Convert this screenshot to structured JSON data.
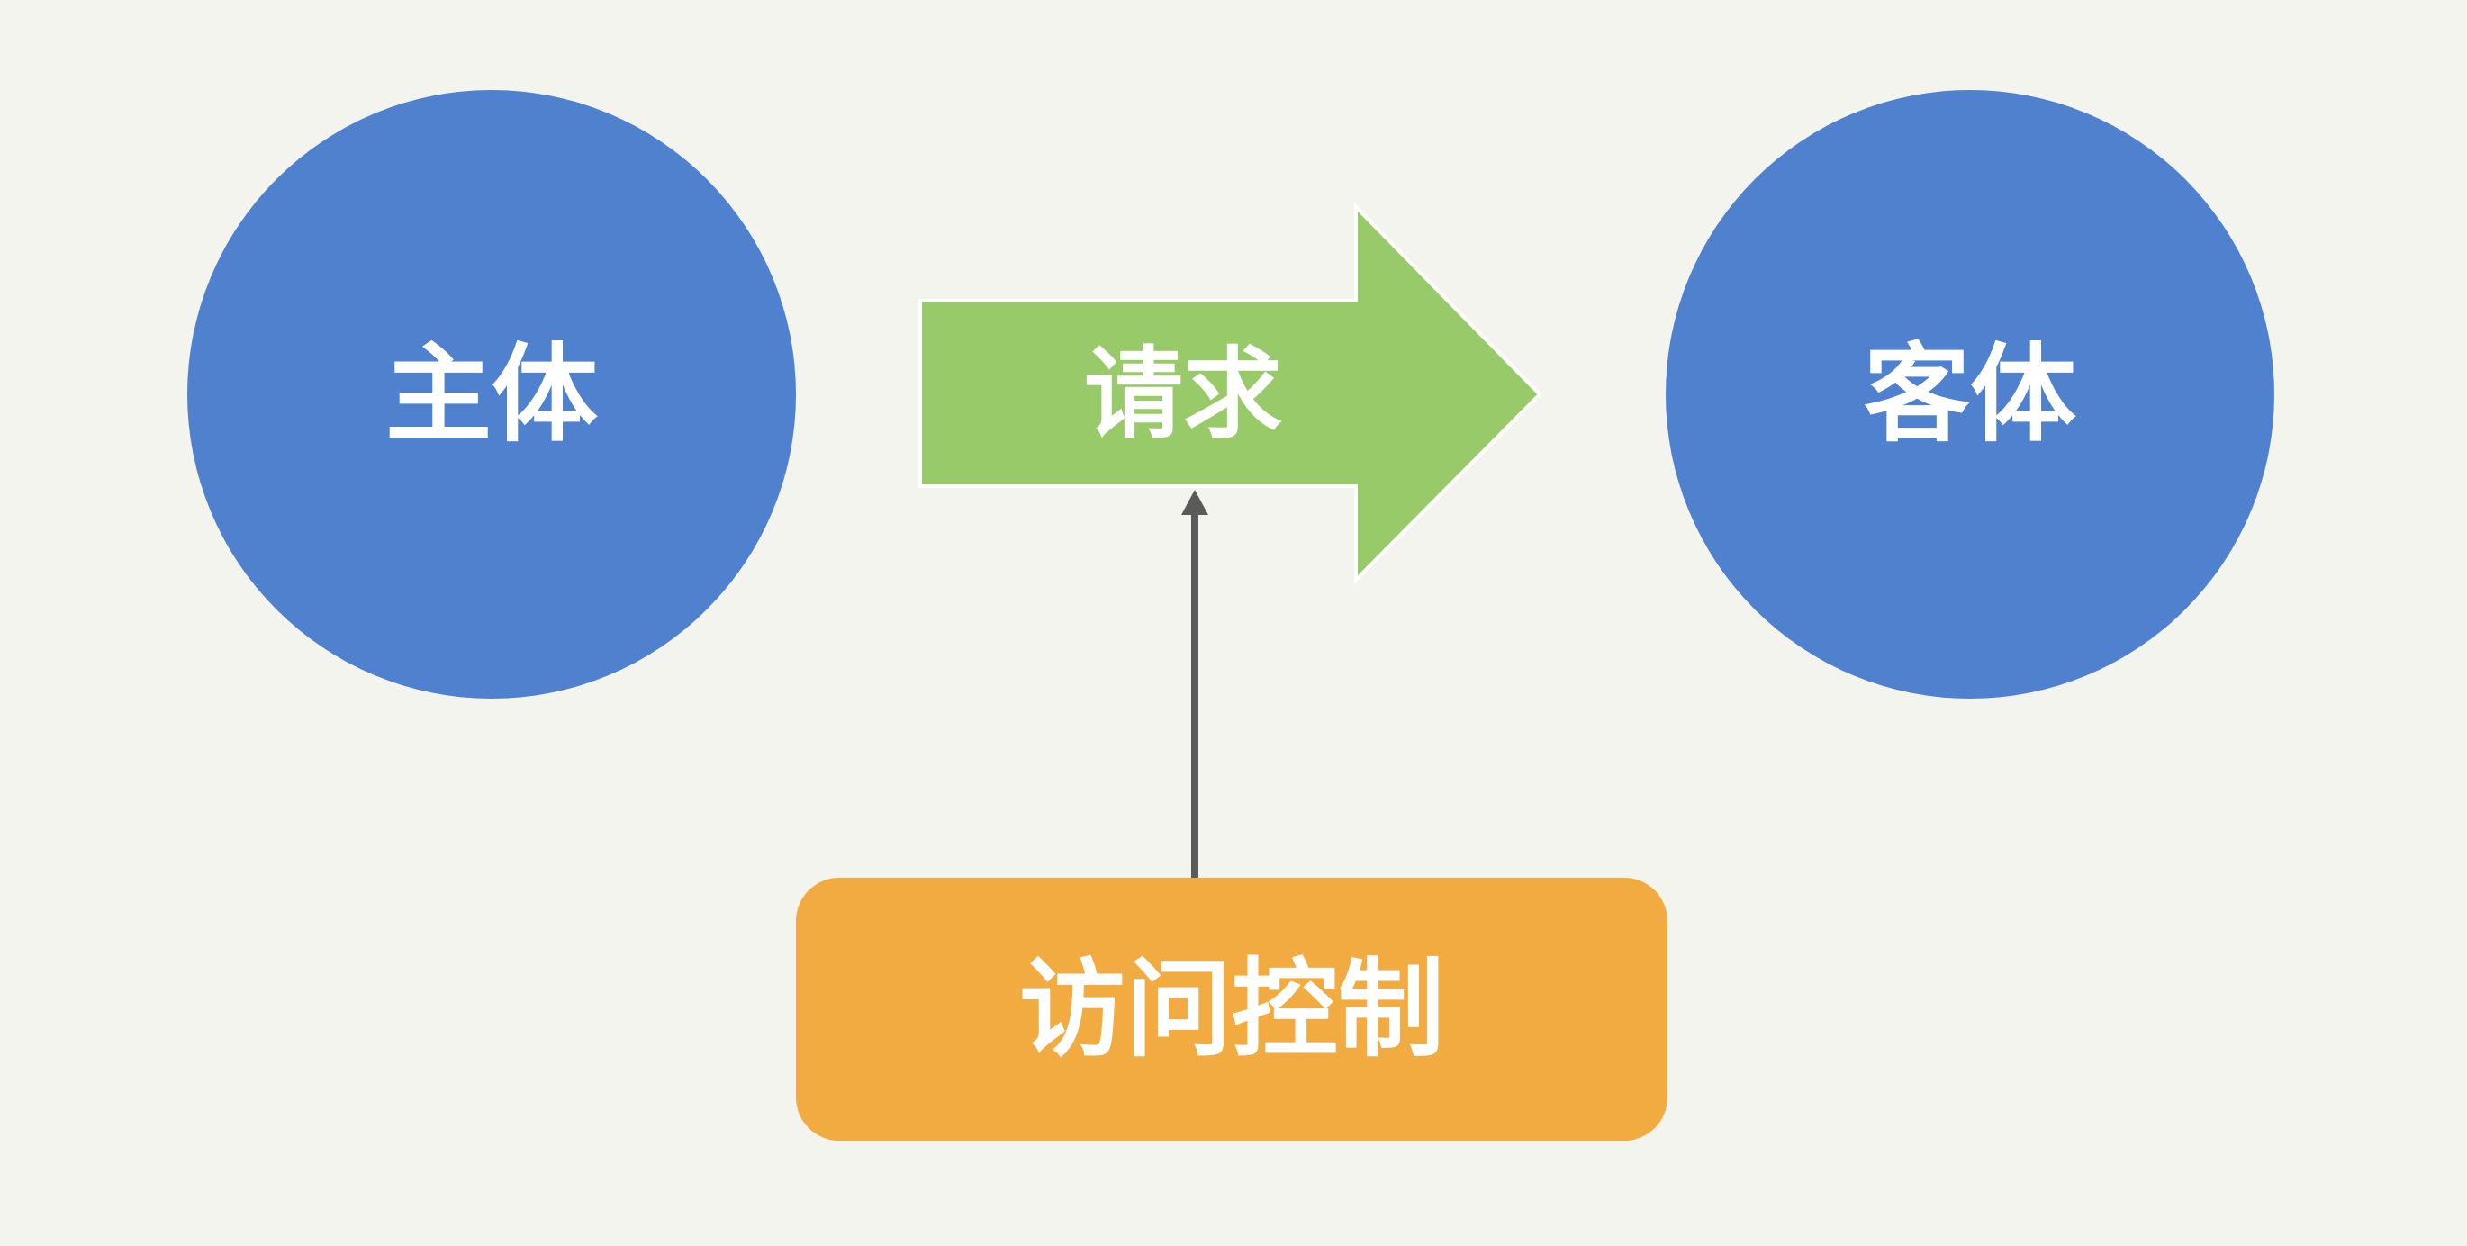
{
  "nodes": {
    "subject": {
      "label": "主体",
      "color": "#4f81cf"
    },
    "object": {
      "label": "客体",
      "color": "#4f81cf"
    },
    "request": {
      "label": "请求",
      "color": "#99ca6a"
    },
    "access_control": {
      "label": "访问控制",
      "color": "#f2ab41"
    }
  },
  "edges": {
    "control_arrow_color": "#5a5a5a"
  },
  "colors": {
    "background": "#f4f4ef",
    "text": "#ffffff"
  }
}
